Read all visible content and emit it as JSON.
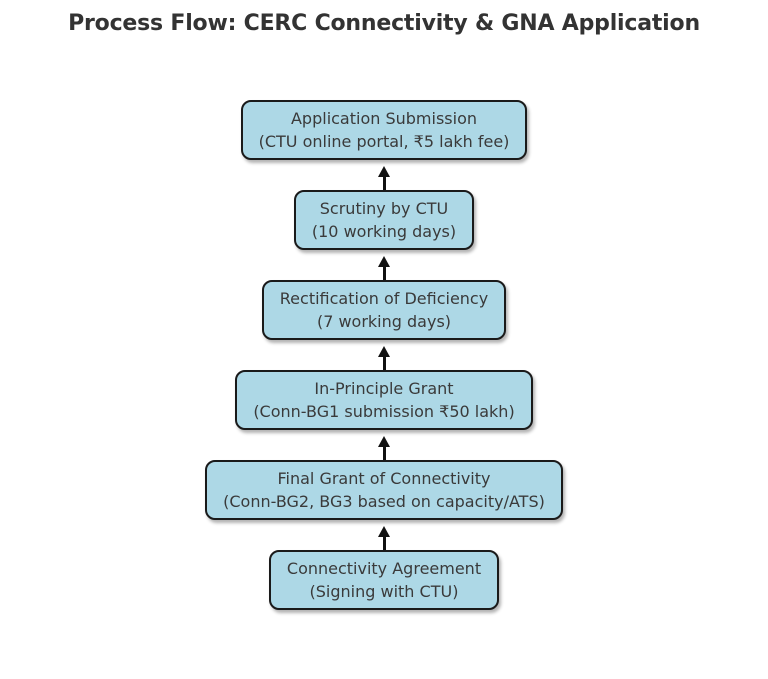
{
  "title": "Process Flow: CERC Connectivity & GNA Application",
  "diagram": {
    "type": "flowchart",
    "direction": "bottom-to-top",
    "steps": [
      {
        "line1": "Application Submission",
        "line2": "(CTU online portal, ₹5 lakh fee)"
      },
      {
        "line1": "Scrutiny by CTU",
        "line2": "(10 working days)"
      },
      {
        "line1": "Rectification of Deficiency",
        "line2": "(7 working days)"
      },
      {
        "line1": "In-Principle Grant",
        "line2": "(Conn-BG1 submission ₹50 lakh)"
      },
      {
        "line1": "Final Grant of Connectivity",
        "line2": "(Conn-BG2, BG3 based on capacity/ATS)"
      },
      {
        "line1": "Connectivity Agreement",
        "line2": "(Signing with CTU)"
      }
    ]
  },
  "colors": {
    "background": "#ffffff",
    "box_fill": "#ADD8E6",
    "box_border": "#1a1a1a",
    "text": "#3a3a3a",
    "title_text": "#333333",
    "arrow": "#111111"
  }
}
